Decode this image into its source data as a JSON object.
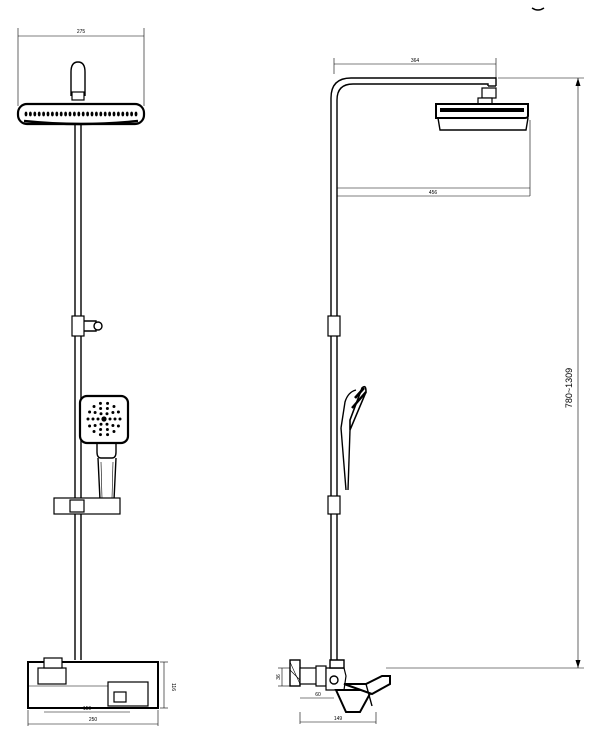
{
  "dimensions": {
    "front_head_width": "275",
    "side_arm_reach": "364",
    "side_head_offset": "456",
    "height_range": "780~1309",
    "mixer_center": "150",
    "mixer_height": "116",
    "mixer_width": "250",
    "side_inlet_height": "36",
    "side_outlet_offset": "60",
    "side_base_depth": "149"
  }
}
